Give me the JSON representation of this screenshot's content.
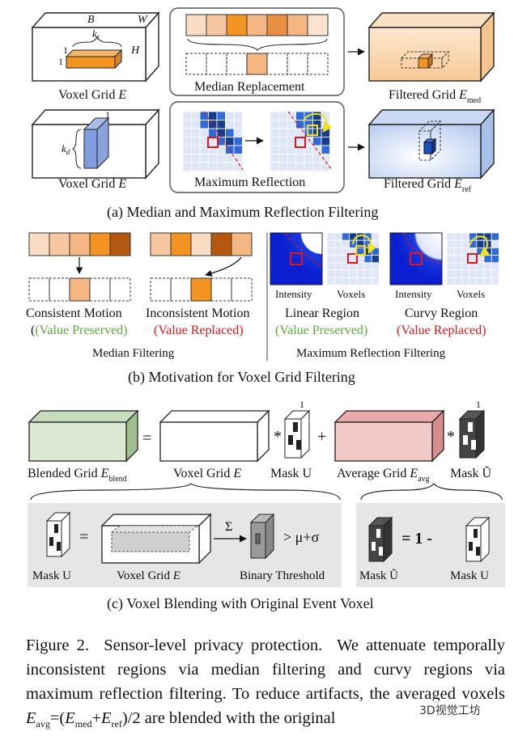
{
  "panel_a": {
    "row1": {
      "voxel_label": "Voxel Grid E",
      "dim_b": "B",
      "dim_w": "W",
      "dim_h": "H",
      "kernel_kt": "k_t",
      "one_a": "1",
      "one_b": "1",
      "method": "Median Replacement",
      "output": "Filtered Grid E_med"
    },
    "row2": {
      "voxel_label": "Voxel Grid E",
      "kernel_kd": "k_d",
      "one": "1",
      "method": "Maximum Reflection",
      "output": "Filtered Grid E_ref"
    },
    "caption": "(a) Median and Maximum Reflection Filtering"
  },
  "panel_b": {
    "consistent": {
      "title": "Consistent Motion",
      "note": "(Value Preserved)"
    },
    "inconsistent": {
      "title": "Inconsistent Motion",
      "note": "(Value Replaced)"
    },
    "median_title": "Median Filtering",
    "intensity_label": "Intensity",
    "voxels_label": "Voxels",
    "linear": {
      "title": "Linear Region",
      "note": "(Value Preserved)"
    },
    "curvy": {
      "title": "Curvy Region",
      "note": "(Value Replaced)"
    },
    "maxref_title": "Maximum Reflection Filtering",
    "caption": "(b) Motivation for Voxel Grid Filtering"
  },
  "panel_c": {
    "blended": "Blended Grid E_blend",
    "voxel": "Voxel Grid E",
    "mask_u": "Mask U",
    "average": "Average Grid E_avg",
    "mask_ut": "Mask Ũ",
    "eq": "=",
    "plus": "+",
    "star": "*",
    "one": "1",
    "sub_left": {
      "mask_u": "Mask U",
      "voxel": "Voxel Grid E",
      "sigma": "Σ",
      "threshold": "> μ+σ",
      "binary": "Binary Threshold"
    },
    "sub_right": {
      "mask_ut": "Mask Ũ",
      "formula": "= 1 -",
      "mask_u": "Mask U"
    },
    "caption": "(c) Voxel Blending with Original Event Voxel"
  },
  "figure_caption": "Figure 2. Sensor-level privacy protection. We attenuate temporally inconsistent regions via median filtering and curvy regions via maximum reflection filtering. To reduce artifacts, the averaged voxels E_avg=(E_med+E_ref)/2 are blended with the original",
  "watermark": "3D视觉工坊",
  "colors": {
    "orange_light": "#f9dcc4",
    "orange_mid": "#f4b683",
    "orange": "#f39322",
    "orange_dark": "#b4570f",
    "blue": "#2f6ad8",
    "blue_dark": "#173c8a",
    "green_fill": "#dbe9d3",
    "pink_fill": "#f2c9c9",
    "green_text": "#5aa83a",
    "red_text": "#e0161b"
  }
}
